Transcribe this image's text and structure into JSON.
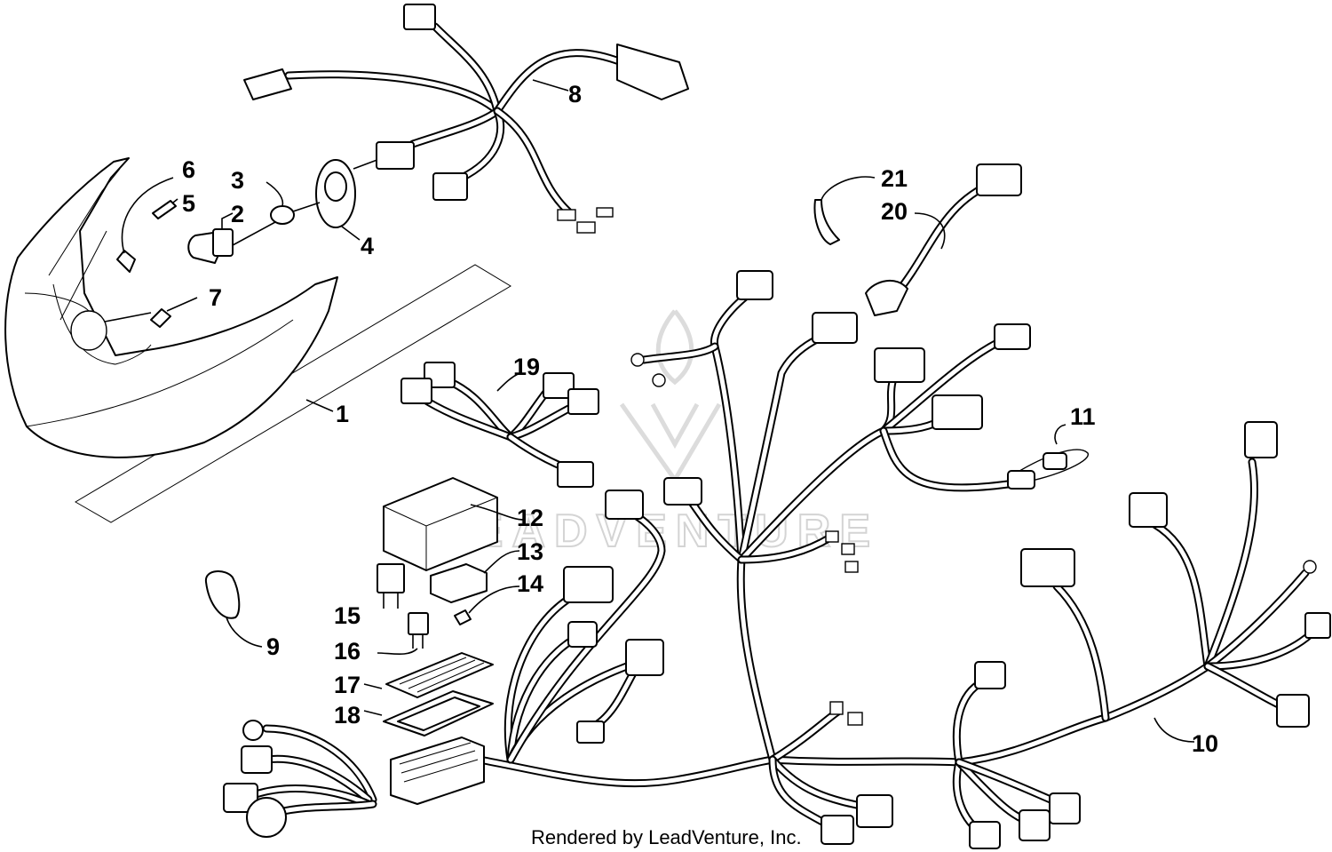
{
  "callouts": [
    {
      "id": "1",
      "label": "1"
    },
    {
      "id": "2",
      "label": "2"
    },
    {
      "id": "3",
      "label": "3"
    },
    {
      "id": "4",
      "label": "4"
    },
    {
      "id": "5",
      "label": "5"
    },
    {
      "id": "6",
      "label": "6"
    },
    {
      "id": "7",
      "label": "7"
    },
    {
      "id": "8",
      "label": "8"
    },
    {
      "id": "9",
      "label": "9"
    },
    {
      "id": "10",
      "label": "10"
    },
    {
      "id": "11",
      "label": "11"
    },
    {
      "id": "12",
      "label": "12"
    },
    {
      "id": "13",
      "label": "13"
    },
    {
      "id": "14",
      "label": "14"
    },
    {
      "id": "15",
      "label": "15"
    },
    {
      "id": "16",
      "label": "16"
    },
    {
      "id": "17",
      "label": "17"
    },
    {
      "id": "18",
      "label": "18"
    },
    {
      "id": "19",
      "label": "19"
    },
    {
      "id": "20",
      "label": "20"
    },
    {
      "id": "21",
      "label": "21"
    }
  ],
  "watermark": {
    "text": "LEADVENTURE"
  },
  "footer": {
    "credit": "Rendered by LeadVenture, Inc."
  },
  "colors": {
    "ink": "#000000",
    "paper": "#ffffff",
    "watermark": "#d4d4d4"
  }
}
